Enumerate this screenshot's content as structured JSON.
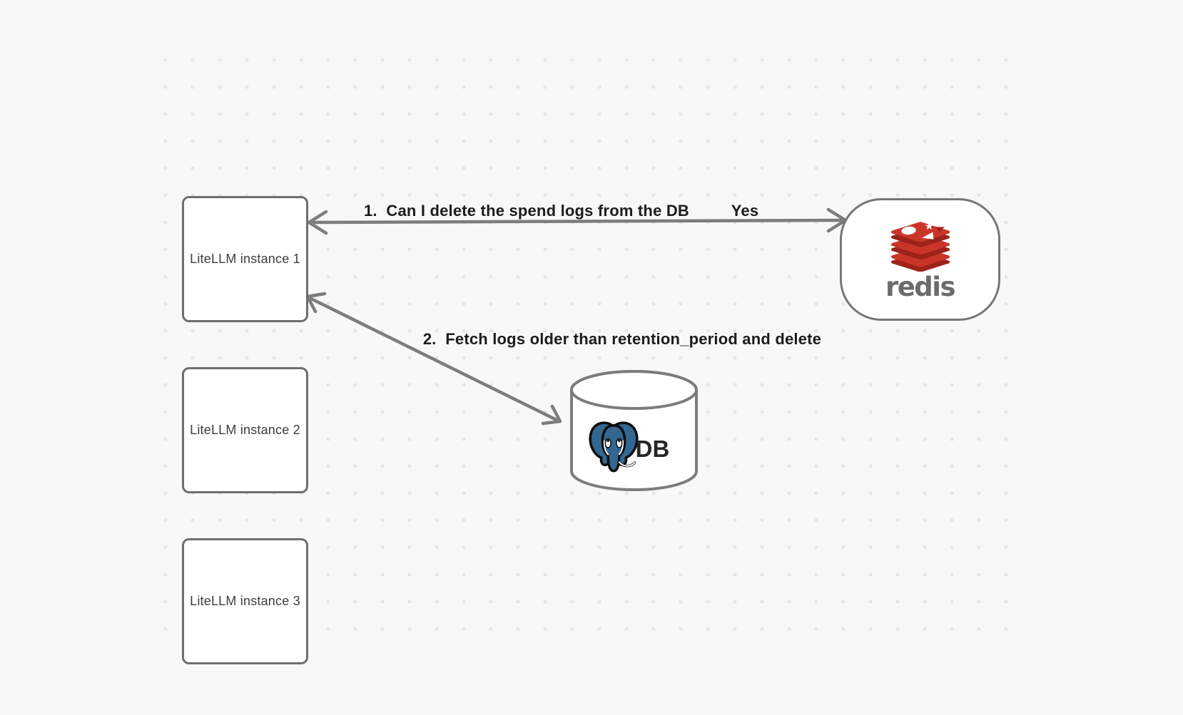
{
  "canvas": {
    "background": "#f8f8f6",
    "dot_color": "#e6e6e4"
  },
  "nodes": {
    "instances": [
      {
        "label": "LiteLLM instance 1"
      },
      {
        "label": "LiteLLM instance 2"
      },
      {
        "label": "LiteLLM instance 3"
      }
    ],
    "redis": {
      "wordmark": "redis"
    },
    "db": {
      "label": "DB"
    }
  },
  "edges": [
    {
      "label": "1.  Can I delete the spend logs from the DB",
      "response": "Yes",
      "from": "LiteLLM instance 1",
      "to": "redis",
      "style": "double-headed-arrow"
    },
    {
      "label": "2.  Fetch logs older than retention_period and delete",
      "from": "LiteLLM instance 1",
      "to": "DB",
      "style": "double-headed-arrow"
    }
  ],
  "colors": {
    "node_border": "#6e6e6e",
    "arrow": "#7d7d7d",
    "edge_label_text": "#1c1c1c",
    "node_text": "#3d3d3d",
    "redis_red": "#cb3529",
    "redis_red_dark": "#9c2318",
    "redis_wordmark": "#6b6b6b",
    "postgres_blue": "#336791"
  }
}
